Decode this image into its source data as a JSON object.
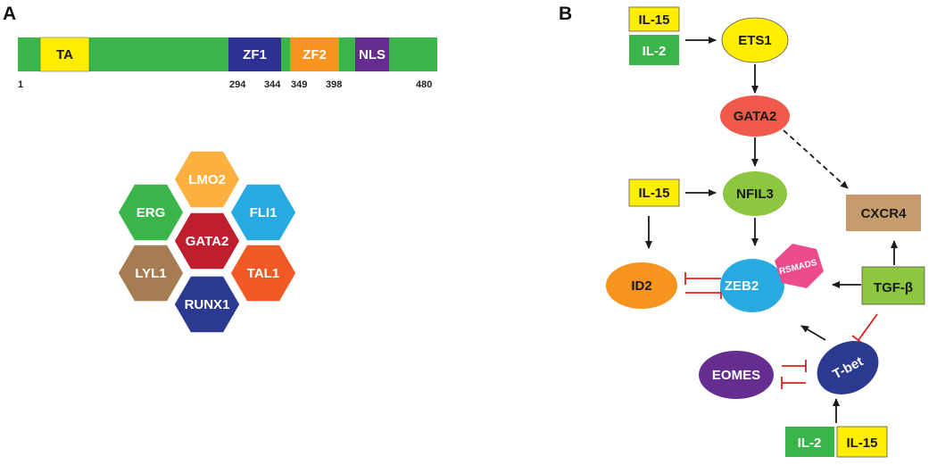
{
  "panelA": {
    "label": "A",
    "protein_domains": [
      {
        "name": "TA",
        "color": "#ffee00",
        "text_color": "#1a1a1a"
      },
      {
        "name": "ZF1",
        "color": "#2e3192",
        "text_color": "#ffffff"
      },
      {
        "name": "ZF2",
        "color": "#f7941d",
        "text_color": "#ffffff"
      },
      {
        "name": "NLS",
        "color": "#662d91",
        "text_color": "#ffffff"
      }
    ],
    "bar_color": "#39b54a",
    "positions": [
      "1",
      "294",
      "344",
      "349",
      "398",
      "480"
    ],
    "complex": [
      {
        "name": "LMO2",
        "color": "#fbb040"
      },
      {
        "name": "ERG",
        "color": "#39b54a"
      },
      {
        "name": "FLI1",
        "color": "#27aae1"
      },
      {
        "name": "GATA2",
        "color": "#be1e2d"
      },
      {
        "name": "LYL1",
        "color": "#a67c52"
      },
      {
        "name": "TAL1",
        "color": "#f15a24"
      },
      {
        "name": "RUNX1",
        "color": "#2b3990"
      }
    ]
  },
  "panelB": {
    "label": "B",
    "nodes": {
      "il15_top": {
        "text": "IL-15",
        "color": "#ffee00"
      },
      "il2_top": {
        "text": "IL-2",
        "color": "#39b54a"
      },
      "ets1": {
        "text": "ETS1",
        "color": "#ffee00"
      },
      "gata2": {
        "text": "GATA2",
        "color": "#f15a4a"
      },
      "il15_mid": {
        "text": "IL-15",
        "color": "#ffee00"
      },
      "nfil3": {
        "text": "NFIL3",
        "color": "#8dc63f"
      },
      "cxcr4": {
        "text": "CXCR4",
        "color": "#c69c6d"
      },
      "id2": {
        "text": "ID2",
        "color": "#f7941d"
      },
      "zeb2": {
        "text": "ZEB2",
        "color": "#27aae1"
      },
      "rsmads": {
        "text": "RSMADS",
        "color": "#ec4c8c"
      },
      "tgfb": {
        "text": "TGF-β",
        "color": "#8dc63f"
      },
      "eomes": {
        "text": "EOMES",
        "color": "#662d91"
      },
      "tbet": {
        "text": "T-bet",
        "color": "#2b3990"
      },
      "il2_bot": {
        "text": "IL-2",
        "color": "#39b54a"
      },
      "il15_bot": {
        "text": "IL-15",
        "color": "#ffee00"
      }
    },
    "arrow_color": "#1a1a1a",
    "inhibit_color": "#e0201b"
  }
}
